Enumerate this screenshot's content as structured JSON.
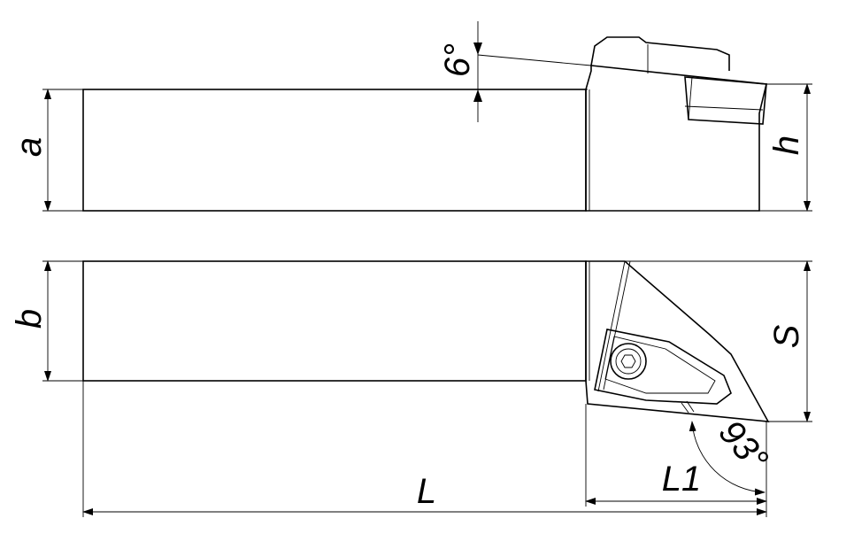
{
  "drawing": {
    "dimensions": {
      "a": "a",
      "b": "b",
      "h": "h",
      "s": "S",
      "L": "L",
      "L1": "L1",
      "rake_angle": "6°",
      "lead_angle": "93°"
    }
  }
}
